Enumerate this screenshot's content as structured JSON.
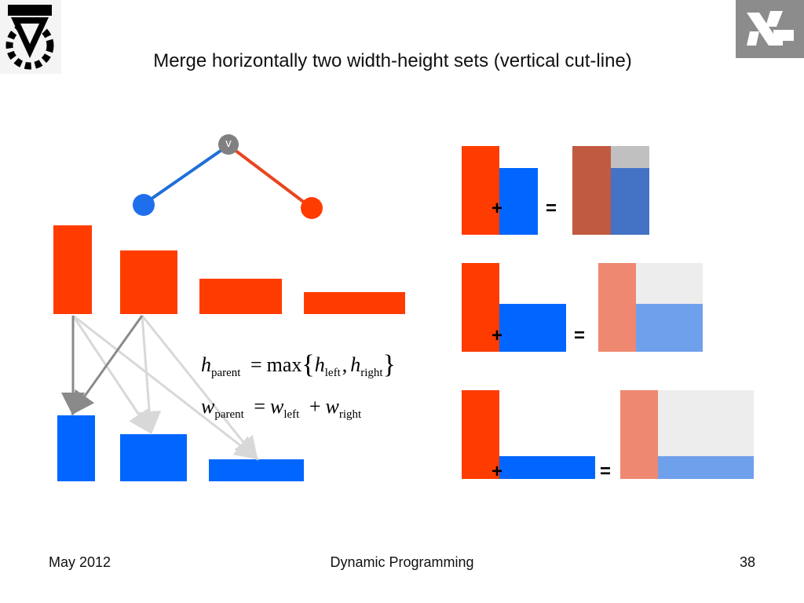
{
  "slide": {
    "title": "Merge horizontally two width-height sets (vertical cut-line)",
    "node_label": "v",
    "footer_left": "May 2012",
    "footer_center": "Dynamic Programming",
    "footer_right": "38"
  },
  "formula": {
    "h": "h",
    "h_parent_sub": "parent",
    "max": "max",
    "h_left_sub": "left",
    "h_right_sub": "right",
    "w": "w",
    "w_parent_sub": "parent",
    "w_left_sub": "left",
    "w_right_sub": "right"
  },
  "examples": {
    "plus": "+",
    "equals": "="
  },
  "colors": {
    "red": "#ff3c00",
    "blue": "#0066ff",
    "merged_red_dark": "#c05a40",
    "merged_blue_dark": "#4472c4",
    "merged_red_light": "#ee8870",
    "merged_blue_light": "#6fa0ec",
    "filler_gray": "#c0c0c0",
    "filler_light": "#ededed",
    "node_gray": "#808080"
  }
}
